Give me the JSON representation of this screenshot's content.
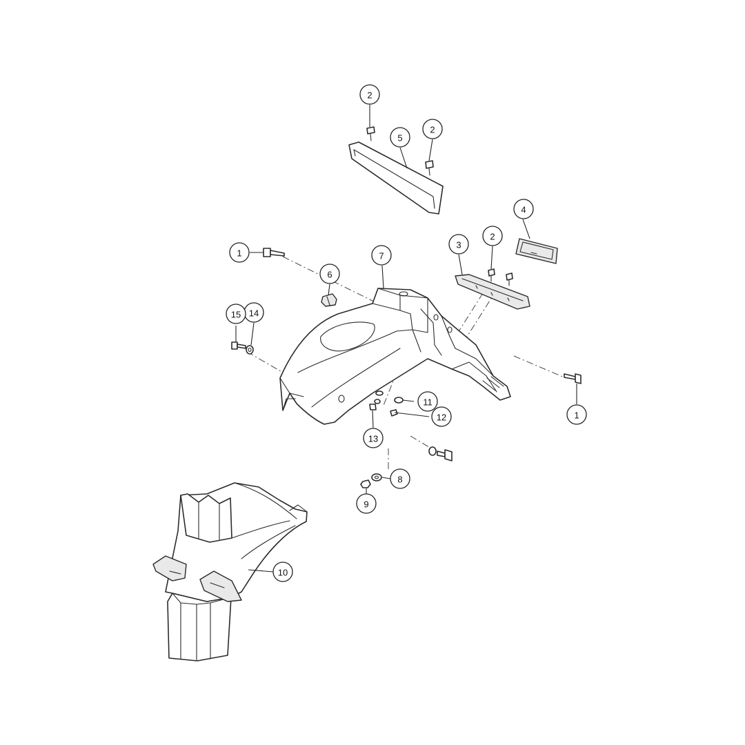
{
  "callouts": {
    "c1a": "1",
    "c1b": "1",
    "c2a": "2",
    "c2b": "2",
    "c2c": "2",
    "c3": "3",
    "c4": "4",
    "c5": "5",
    "c6": "6",
    "c7": "7",
    "c8": "8",
    "c9": "9",
    "c10": "10",
    "c11": "11",
    "c12": "12",
    "c13": "13",
    "c14": "14",
    "c15": "15"
  }
}
